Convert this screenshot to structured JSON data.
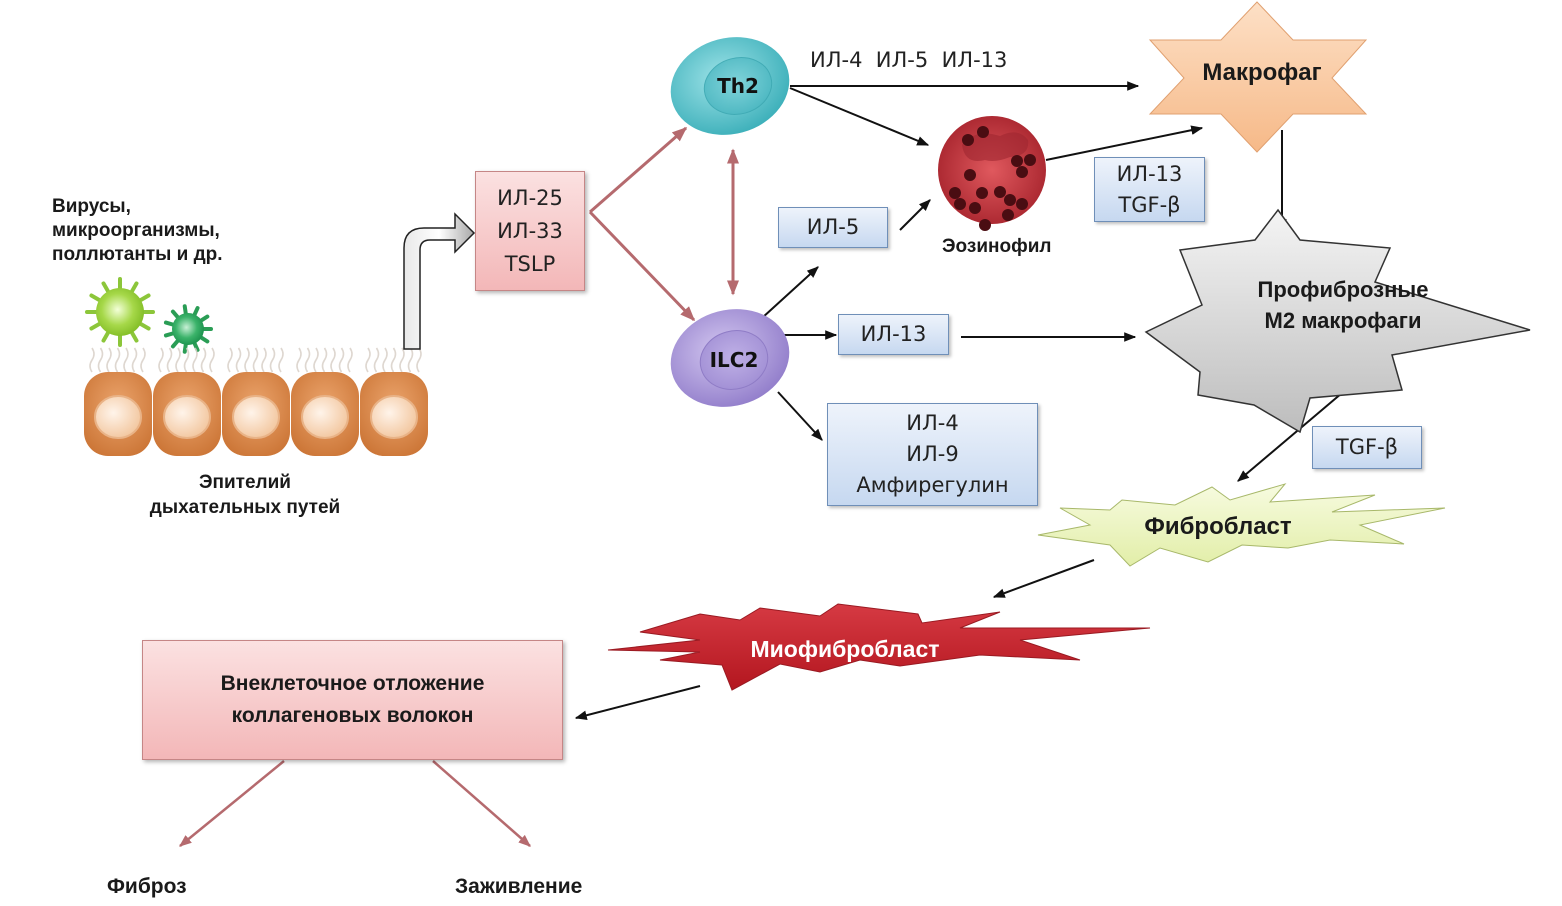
{
  "stimuli": {
    "lines": [
      "Вирусы,",
      "микроорганизмы,",
      "поллютанты и др."
    ]
  },
  "epithelium": {
    "lines": [
      "Эпителий",
      "дыхательных путей"
    ],
    "cell_count": 5
  },
  "alarmins_box": {
    "items": [
      "ИЛ-25",
      "ИЛ-33",
      "TSLP"
    ]
  },
  "th2_cell": {
    "label": "Th2"
  },
  "ilc2_cell": {
    "label": "ILC2"
  },
  "th2_cytokines": {
    "text": "ИЛ-4  ИЛ-5  ИЛ-13"
  },
  "il5_box": {
    "text": "ИЛ-5"
  },
  "il13_box": {
    "text": "ИЛ-13"
  },
  "ilc2_products_box": {
    "items": [
      "ИЛ-4",
      "ИЛ-9",
      "Амфирегулин"
    ]
  },
  "eosinophil": {
    "label": "Эозинофил"
  },
  "eosinophil_products_box": {
    "items": [
      "ИЛ-13",
      "TGF-β"
    ]
  },
  "macrophage": {
    "label": "Макрофаг"
  },
  "m2_macrophages": {
    "lines": [
      "Профиброзные",
      "М2 макрофаги"
    ]
  },
  "tgfb_box": {
    "text": "TGF-β"
  },
  "fibroblast": {
    "label": "Фибробласт"
  },
  "myofibroblast": {
    "label": "Миофибробласт"
  },
  "collagen_box": {
    "lines": [
      "Внеклеточное отложение",
      "коллагеновых волокон"
    ]
  },
  "outcomes": {
    "fibrosis": "Фиброз",
    "healing": "Заживление"
  },
  "colors": {
    "th2": "#5fc4cc",
    "ilc2": "#a996d6",
    "eosinophil": "#c0303a",
    "macrophage": "#f8c9a0",
    "m2_macrophage": "#d2d2d2",
    "fibroblast": "#eef6c4",
    "myofibroblast": "#c4222d",
    "pink_box": "#f6c4c4",
    "blue_box": "#d6e3f4",
    "epithelial_cell": "#d9864a",
    "virus_large": "#9acd3a",
    "virus_small": "#2fa55a",
    "red_arrow": "#b56a6e"
  }
}
